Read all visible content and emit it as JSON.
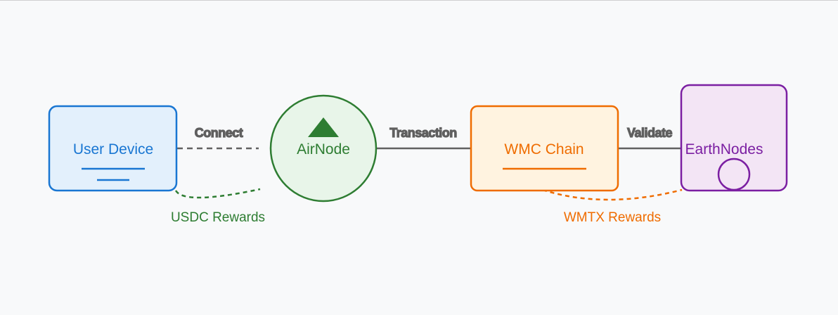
{
  "nodes": {
    "user_device": {
      "label": "User Device",
      "color": "#1976d2",
      "fill": "#e3f0fc"
    },
    "airnode": {
      "label": "AirNode",
      "color": "#2e7d32",
      "fill": "#e8f5e9"
    },
    "wmc_chain": {
      "label": "WMC Chain",
      "color": "#ef6c00",
      "fill": "#fff3e0"
    },
    "earthnodes": {
      "label": "EarthNodes",
      "color": "#7b1fa2",
      "fill": "#f3e5f5"
    }
  },
  "edges": {
    "connect": {
      "label": "Connect",
      "style": "dashed"
    },
    "transaction": {
      "label": "Transaction",
      "style": "solid"
    },
    "validate": {
      "label": "Validate",
      "style": "solid"
    }
  },
  "rewards": {
    "usdc": {
      "label": "USDC Rewards",
      "color": "#2e7d32"
    },
    "wmtx": {
      "label": "WMTX Rewards",
      "color": "#ef6c00"
    }
  }
}
